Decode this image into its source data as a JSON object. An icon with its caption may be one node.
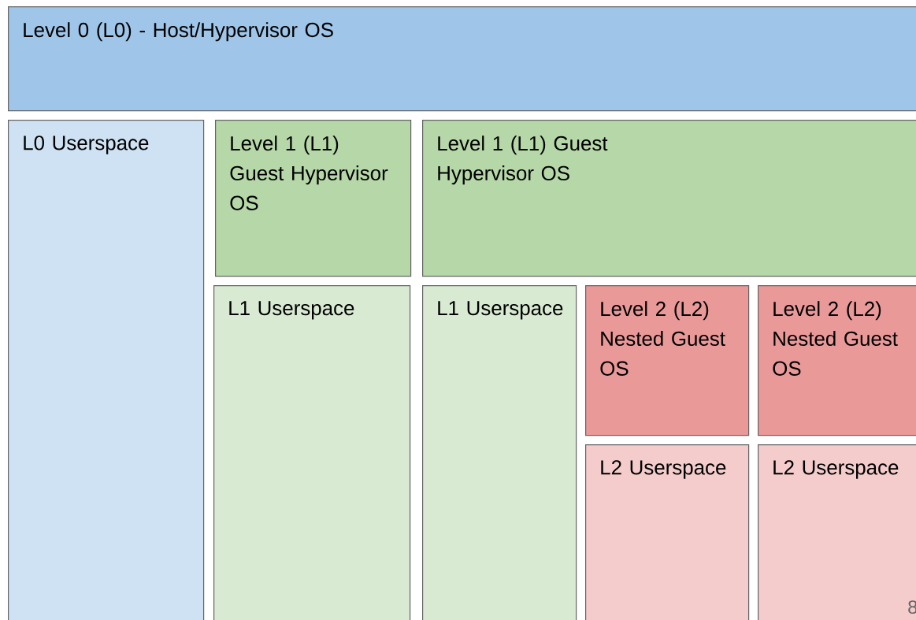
{
  "diagram": {
    "nodes": [
      {
        "text": [
          "Level 0 (L0) - Host/Hypervisor OS"
        ]
      },
      {
        "text": [
          "L0 Userspace"
        ]
      },
      {
        "text": [
          "Level 1 (L1) Guest Hypervisor OS"
        ]
      },
      {
        "text": [
          "Level 1 (L1) Guest Hypervisor OS"
        ]
      },
      {
        "text": [
          "L1 Userspace"
        ]
      },
      {
        "text": [
          "L1 Userspace"
        ]
      },
      {
        "text": [
          "Level 2 (L2) Nested Guest OS"
        ]
      },
      {
        "text": [
          "Level 2 (L2) Nested Guest OS"
        ]
      },
      {
        "text": [
          "L2 Userspace"
        ]
      },
      {
        "text": [
          "L2 Userspace"
        ]
      }
    ],
    "labels": [
      "8"
    ]
  }
}
